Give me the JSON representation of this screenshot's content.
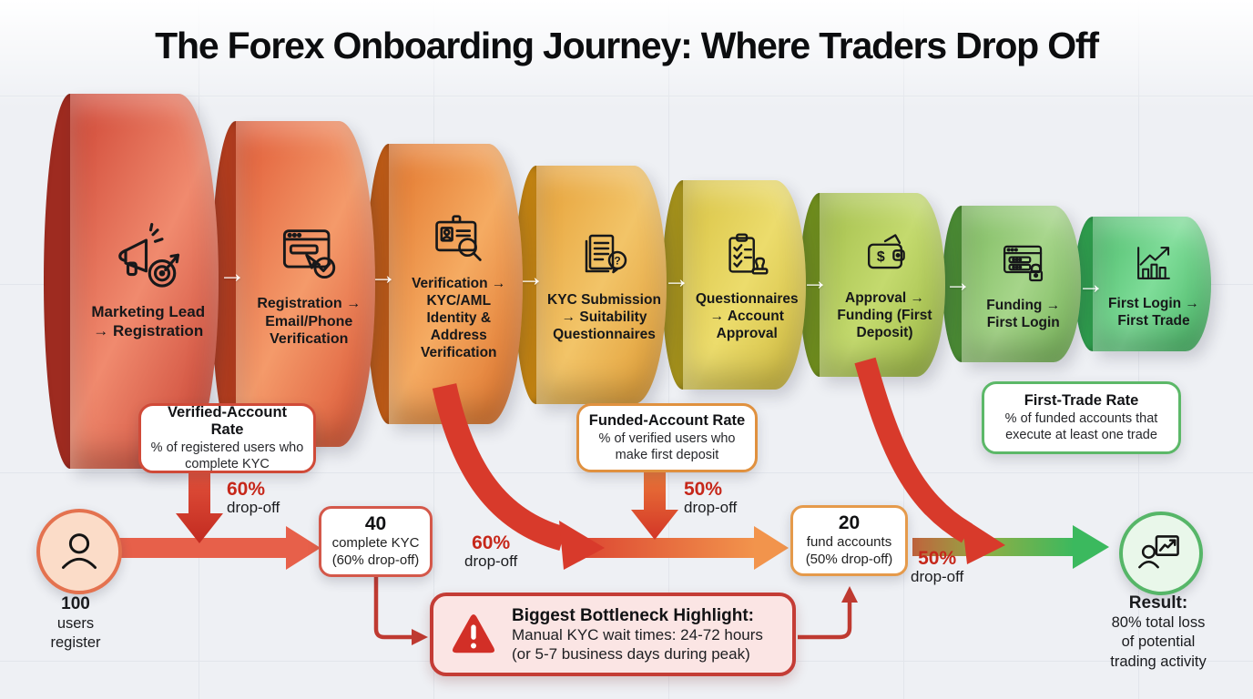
{
  "title": "The Forex Onboarding Journey: Where Traders Drop Off",
  "glyphs": {
    "arrow_right": "→"
  },
  "funnel": {
    "stages": [
      {
        "label": "Marketing Lead → Registration",
        "icon": "megaphone-target"
      },
      {
        "label": "Registration → Email/Phone Verification",
        "icon": "browser-click-check"
      },
      {
        "label": "Verification → KYC/AML Identity & Address Verification",
        "icon": "id-card-magnifier"
      },
      {
        "label": "KYC Submission → Suitability Questionnaires",
        "icon": "documents-question"
      },
      {
        "label": "Questionnaires → Account Approval",
        "icon": "clipboard-stamp"
      },
      {
        "label": "Approval → Funding (First Deposit)",
        "icon": "wallet-dollar"
      },
      {
        "label": "Funding → First Login",
        "icon": "login-lock"
      },
      {
        "label": "First Login → First Trade",
        "icon": "growth-chart"
      }
    ]
  },
  "callouts": {
    "verified": {
      "title": "Verified-Account Rate",
      "desc": "% of registered users who complete KYC"
    },
    "funded": {
      "title": "Funded-Account Rate",
      "desc": "% of verified users who make first deposit"
    },
    "first_trade": {
      "title": "First-Trade Rate",
      "desc": "% of funded accounts that execute at least one trade"
    }
  },
  "dropoffs": {
    "verified": {
      "pct": "60%",
      "label": "drop-off"
    },
    "funded": {
      "pct": "50%",
      "label": "drop-off"
    },
    "kyc_flow": {
      "pct": "60%",
      "label": "drop-off"
    },
    "fund_flow": {
      "pct": "50%",
      "label": "drop-off"
    }
  },
  "flow": {
    "start": {
      "value": "100",
      "line1": "users",
      "line2": "register"
    },
    "kyc_box": {
      "value": "40",
      "line1": "complete KYC",
      "line2": "(60% drop-off)"
    },
    "fund_box": {
      "value": "20",
      "line1": "fund accounts",
      "line2": "(50% drop-off)"
    },
    "result": {
      "title": "Result:",
      "line1": "80% total loss",
      "line2": "of potential",
      "line3": "trading activity"
    }
  },
  "bottleneck": {
    "title": "Biggest Bottleneck Highlight:",
    "line1": "Manual KYC wait times: 24-72 hours",
    "line2": "(or 5-7 business days during peak)"
  },
  "colors": {
    "background": "#eef0f4",
    "funnel_red": "#c0392b",
    "funnel_orange": "#e67e22",
    "funnel_yellow": "#d9c33f",
    "funnel_green": "#4dbb6b",
    "drop_red": "#c6271a",
    "arrow_red": "#d83a2b",
    "arrow_orange": "#f2944c",
    "arrow_green": "#3bb95e",
    "callout_red_border": "#d04a38",
    "callout_orange_border": "#e0913f",
    "callout_green_border": "#5cb868",
    "bottleneck_bg": "#fbe5e4",
    "bottleneck_border": "#c43c35"
  }
}
